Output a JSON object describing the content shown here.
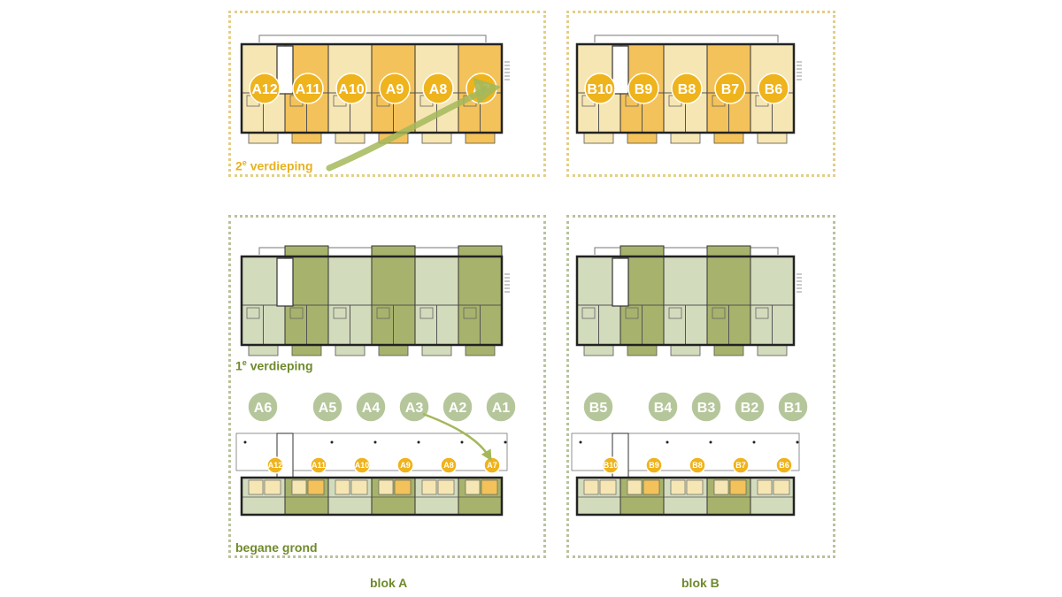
{
  "labels": {
    "floor2_prefix": "2",
    "floor2_sup": "e",
    "floor2_word": " verdieping",
    "floor1_prefix": "1",
    "floor1_sup": "e",
    "floor1_word": " verdieping",
    "ground": "begane grond",
    "block_a": "blok A",
    "block_b": "blok B"
  },
  "floor2": {
    "block_a_units": [
      "A12",
      "A11",
      "A10",
      "A9",
      "A8",
      "A7"
    ],
    "block_b_units": [
      "B10",
      "B9",
      "B8",
      "B7",
      "B6"
    ]
  },
  "ground": {
    "block_a_units": [
      "A6",
      "A5",
      "A4",
      "A3",
      "A2",
      "A1"
    ],
    "block_b_units": [
      "B5",
      "B4",
      "B3",
      "B2",
      "B1"
    ],
    "block_a_upper_units": [
      "A12",
      "A11",
      "A10",
      "A9",
      "A8",
      "A7"
    ],
    "block_b_upper_units": [
      "B10",
      "B9",
      "B8",
      "B7",
      "B6"
    ]
  },
  "colors": {
    "yellow_badge": "#efb31c",
    "green_badge": "#b6c69b",
    "yellow_light": "#f6e6b4",
    "yellow_dark": "#f4c25a",
    "green_light": "#d3dbbd",
    "green_dark": "#a7b36c",
    "arrow": "#a4b85a"
  }
}
